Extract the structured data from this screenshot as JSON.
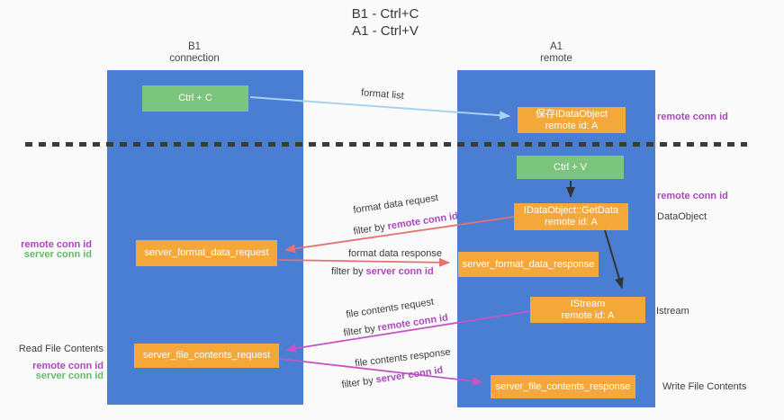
{
  "title": {
    "line1": "B1 - Ctrl+C",
    "line2": "A1 - Ctrl+V"
  },
  "lanes": {
    "left": {
      "name": "B1",
      "subtitle": "connection"
    },
    "right": {
      "name": "A1",
      "subtitle": "remote"
    }
  },
  "nodes": {
    "ctrl_c": {
      "label": "Ctrl + C"
    },
    "store_idataobject": {
      "line1": "保存IDataObject",
      "line2": "remote id: A"
    },
    "ctrl_v": {
      "label": "Ctrl + V"
    },
    "getdata": {
      "line1": "IDataObject::GetData",
      "line2": "remote id: A"
    },
    "format_request": {
      "label": "server_format_data_request"
    },
    "format_response": {
      "label": "server_format_data_response"
    },
    "istream": {
      "line1": "IStream",
      "line2": "remote id: A"
    },
    "file_request": {
      "label": "server_file_contents_request"
    },
    "file_response": {
      "label": "server_file_contents_response"
    }
  },
  "flow_labels": {
    "format_list": "format list",
    "format_data_request": "format data request",
    "format_data_request_filter": {
      "prefix": "filter by ",
      "id": "remote conn id"
    },
    "format_data_response": "format data response",
    "format_data_response_filter": {
      "prefix": "filter by ",
      "id": "server conn id"
    },
    "file_contents_request": "file contents request",
    "file_contents_request_filter": {
      "prefix": "filter by ",
      "id": "remote conn id"
    },
    "file_contents_response": "file contents response",
    "file_contents_response_filter": {
      "prefix": "filter by ",
      "id": "server conn id"
    }
  },
  "side_labels": {
    "right_top_conn_id": "remote conn id",
    "right_mid_conn_id": "remote conn id",
    "right_dataobject": "DataObject",
    "right_istream": "Istream",
    "right_write_file": "Write File Contents",
    "left_mid_remote": "remote conn id",
    "left_mid_server": "server conn id",
    "left_read_file": "Read File Contents",
    "left_bottom_remote": "remote conn id",
    "left_bottom_server": "server conn id"
  },
  "colors": {
    "page_bg": "#fafafa",
    "lane_blue": "#4a7ed2",
    "node_green": "#7cc57e",
    "node_orange": "#f5a83a",
    "arrow_blue": "#a9d2ee",
    "arrow_red": "#e97070",
    "arrow_magenta": "#c455c4",
    "arrow_black": "#333333",
    "text_dark": "#3c3c3c",
    "text_purple": "#ab47bc",
    "text_green": "#63bb6a",
    "dash_color": "#3a3a3a"
  }
}
